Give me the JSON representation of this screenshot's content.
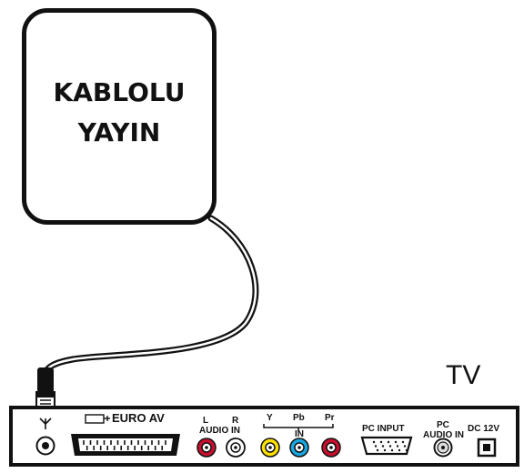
{
  "source_box": {
    "label_line1": "KABLOLU",
    "label_line2": "YAYIN"
  },
  "tv_label": "TV",
  "panel": {
    "euro_av": "EURO AV",
    "audio_l": "L",
    "audio_r": "R",
    "audio_in": "AUDIO IN",
    "y": "Y",
    "pb": "Pb",
    "pr": "Pr",
    "component_in": "IN",
    "pc_input": "PC INPUT",
    "pc_audio_top": "PC",
    "pc_audio_bottom": "AUDIO IN",
    "dc": "DC 12V"
  },
  "colors": {
    "red_jack": "#c8102e",
    "yellow_jack": "#ffe100",
    "blue_jack": "#1aa7e0",
    "line": "#111111"
  }
}
